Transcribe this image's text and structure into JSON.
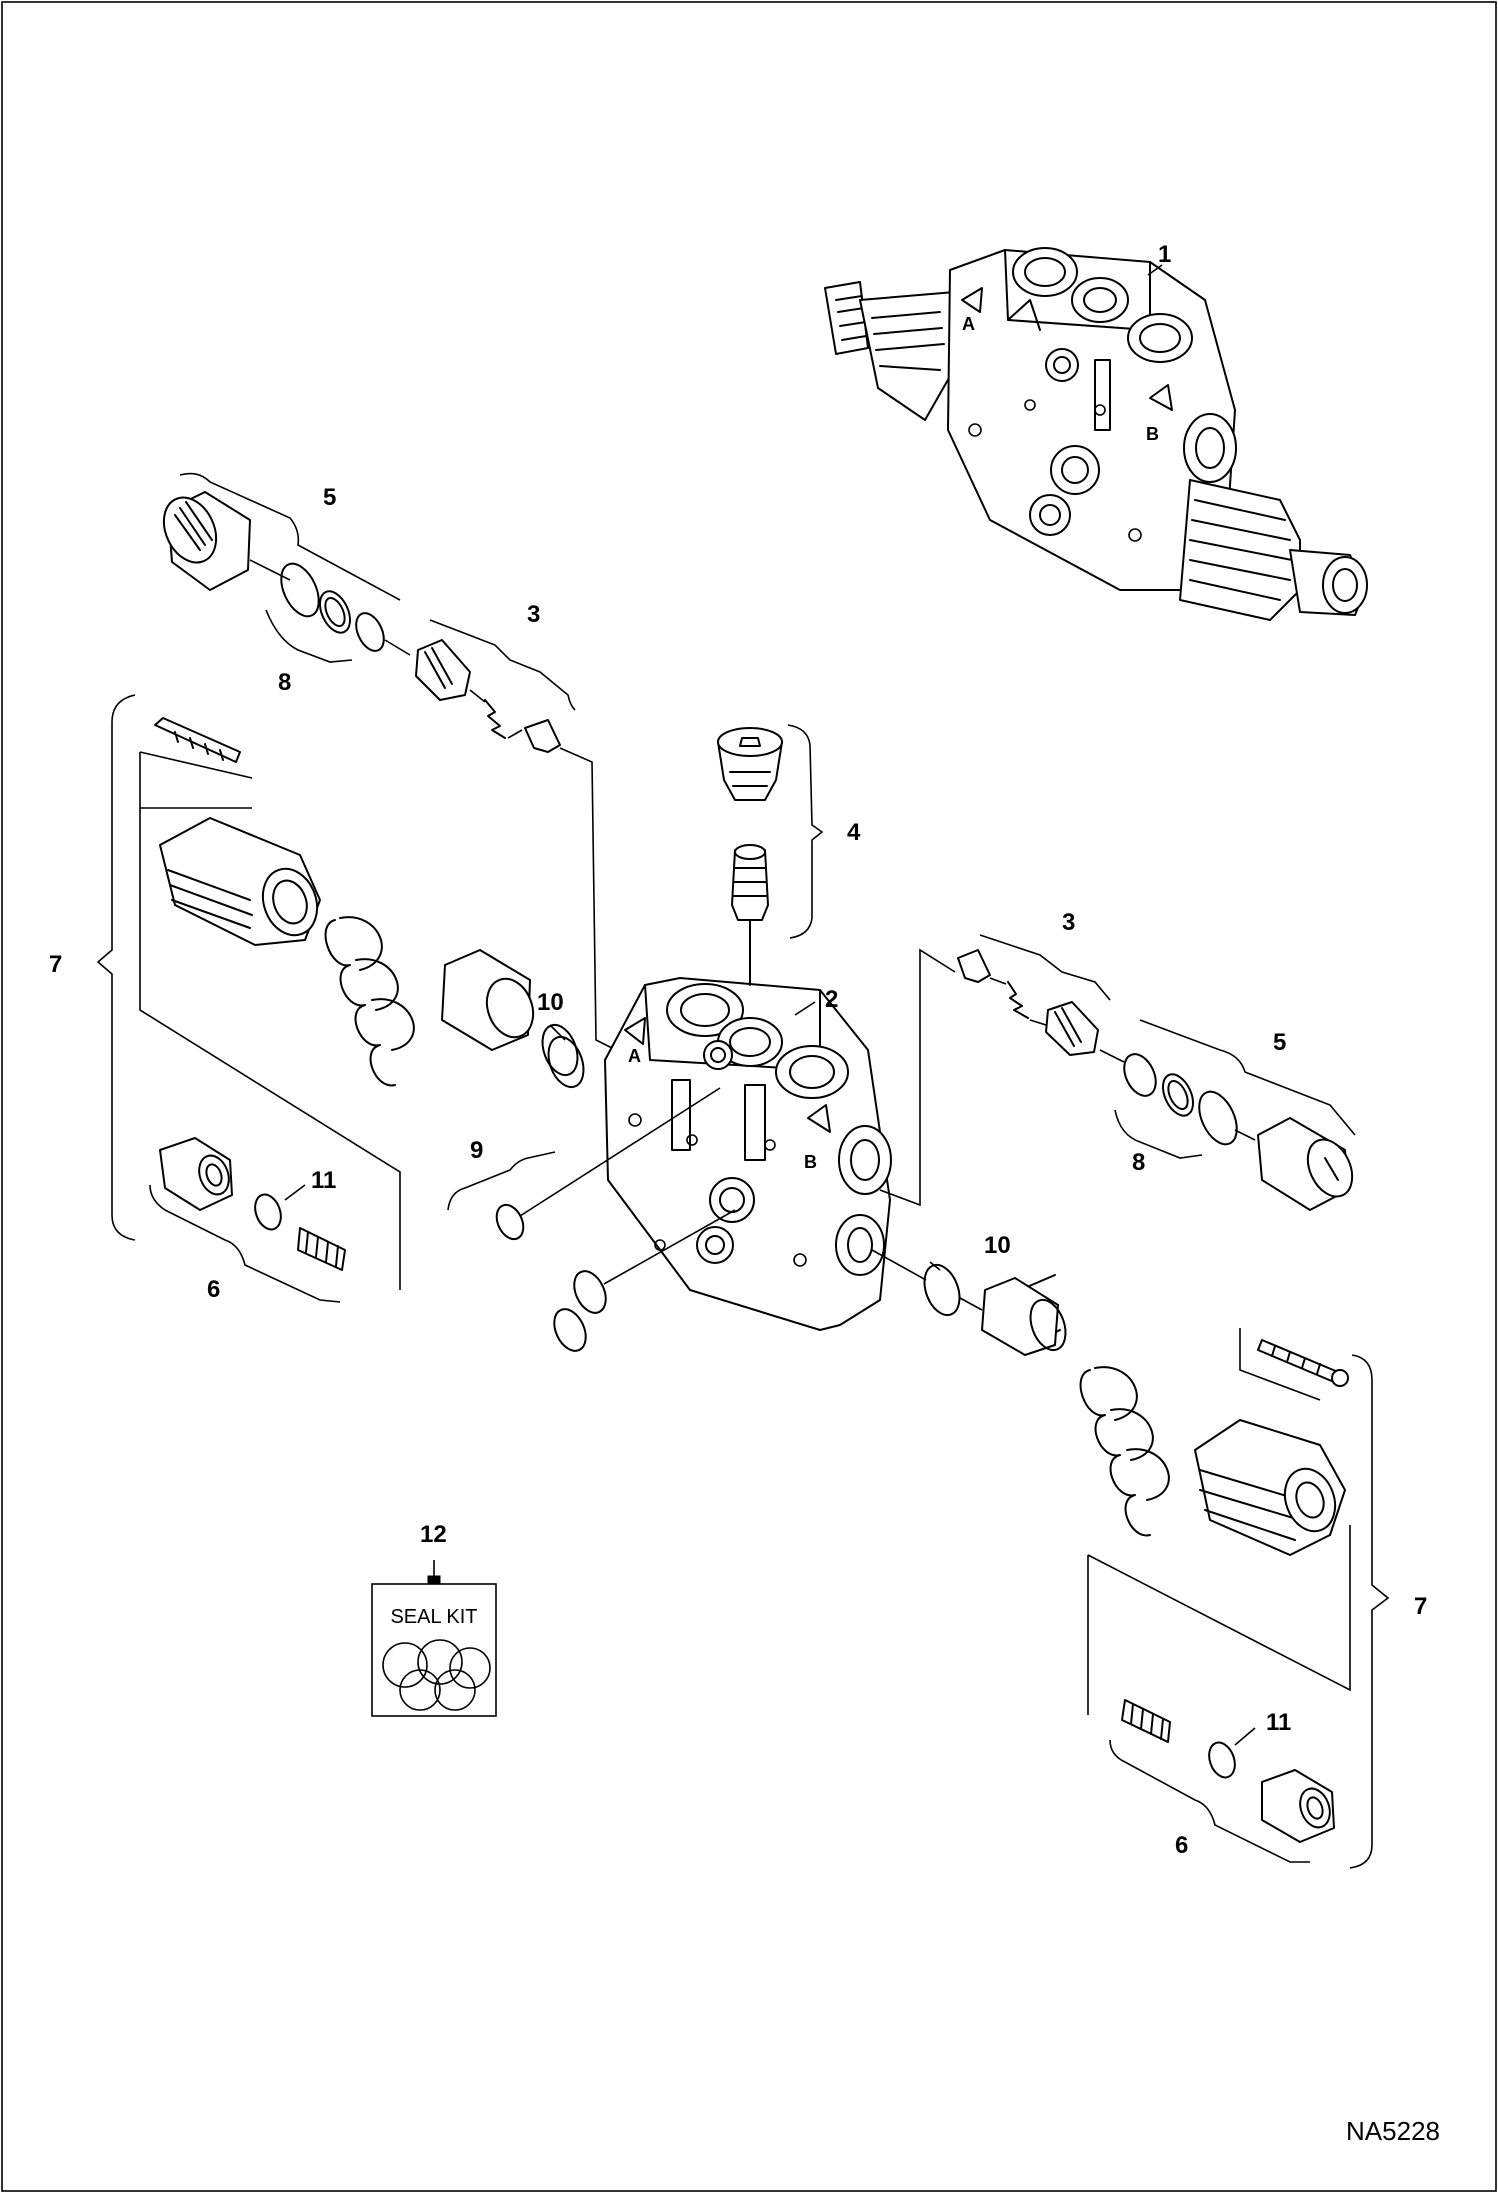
{
  "callouts": {
    "c1": "1",
    "c2": "2",
    "c3_left": "3",
    "c3_right": "3",
    "c4": "4",
    "c5_left": "5",
    "c5_right": "5",
    "c6_left": "6",
    "c6_right": "6",
    "c7_left": "7",
    "c7_right": "7",
    "c8_left": "8",
    "c8_right": "8",
    "c9": "9",
    "c10_left": "10",
    "c10_right": "10",
    "c11_left": "11",
    "c11_right": "11",
    "c12": "12"
  },
  "port_marks": {
    "a_top": "A",
    "b_top": "B",
    "a_mid": "A",
    "b_mid": "B"
  },
  "seal_kit": {
    "label": "SEAL KIT"
  },
  "drawing_code": "NA5228"
}
